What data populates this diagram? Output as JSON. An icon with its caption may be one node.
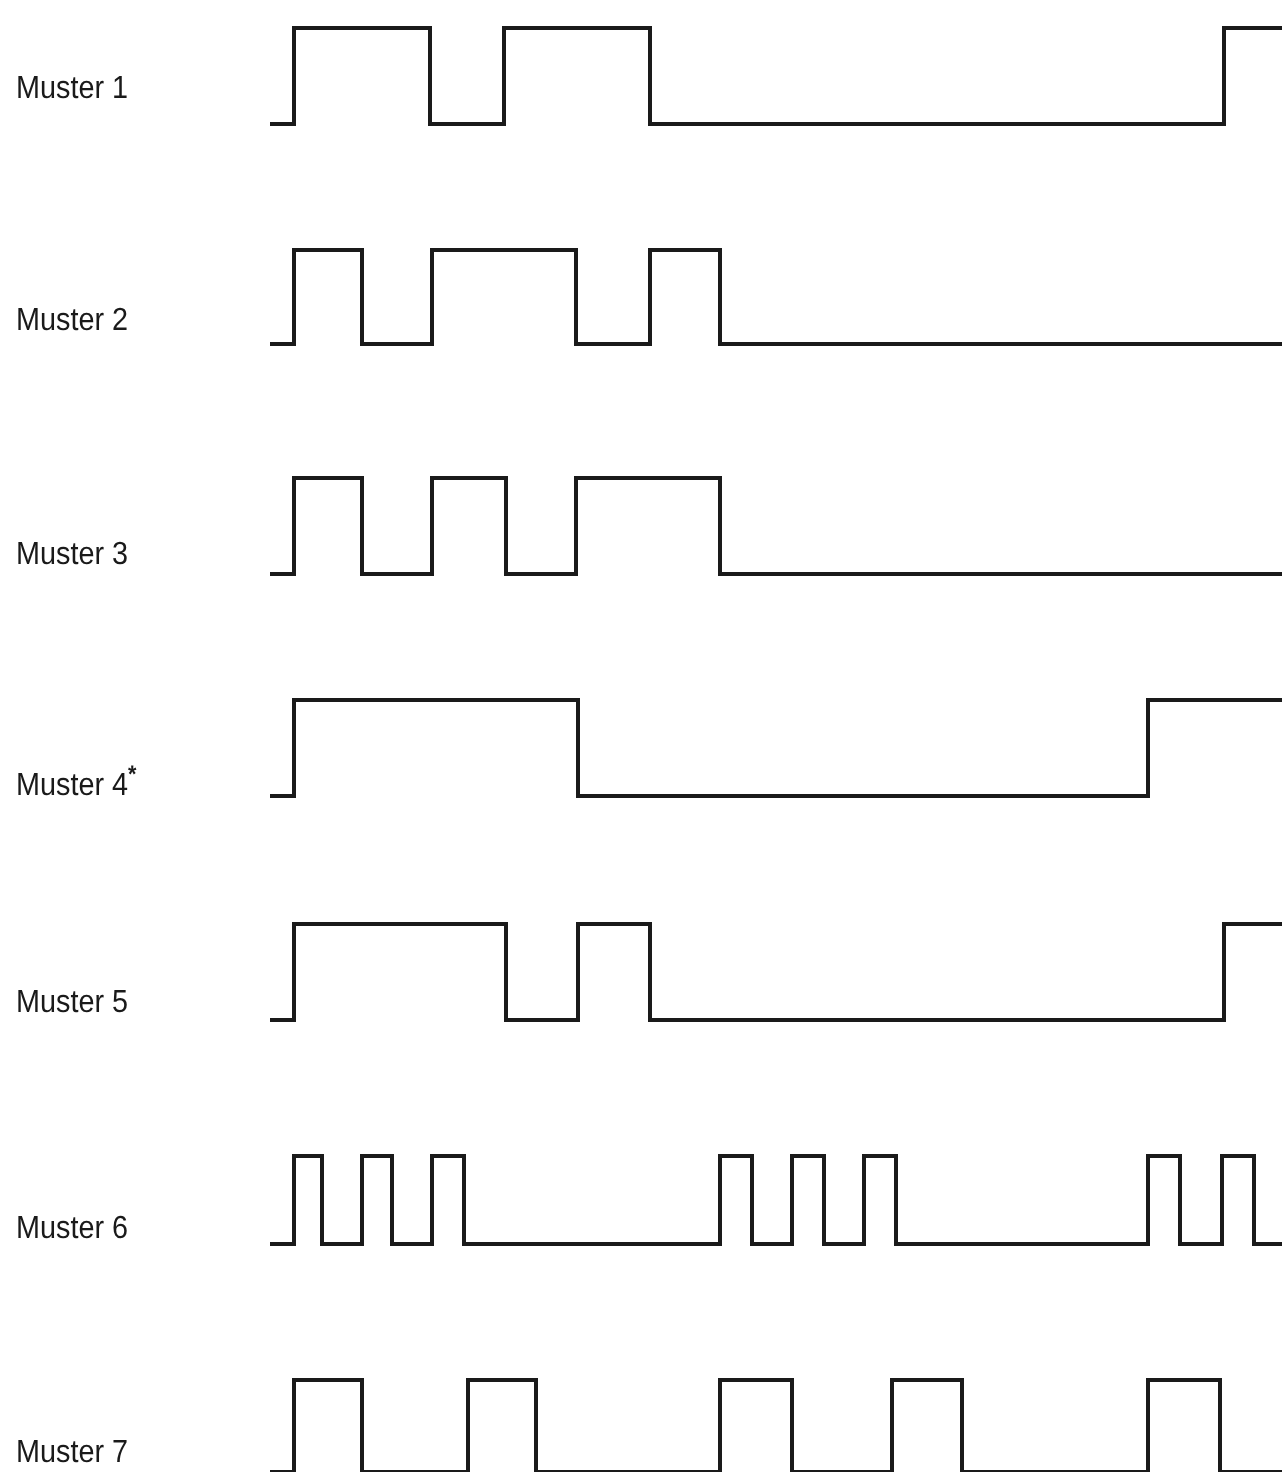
{
  "diagram": {
    "labels": [
      "Muster 1",
      "Muster 2",
      "Muster 3",
      "Muster 4$^{*}$",
      "Muster 5",
      "Muster 6",
      "Muster 7"
    ]
  }
}
